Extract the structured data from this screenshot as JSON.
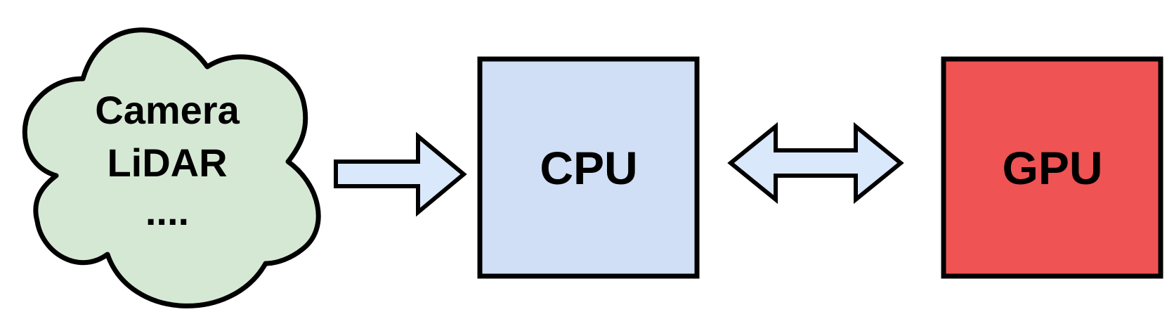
{
  "diagram": {
    "sources": {
      "lines": [
        "Camera",
        "LiDAR",
        "...."
      ],
      "fill": "#d5e8d4"
    },
    "cpu": {
      "label": "CPU",
      "fill": "#d0dff5"
    },
    "gpu": {
      "label": "GPU",
      "fill": "#ef5353"
    },
    "arrow_fill": "#dae8fc",
    "stroke": "#000000"
  }
}
